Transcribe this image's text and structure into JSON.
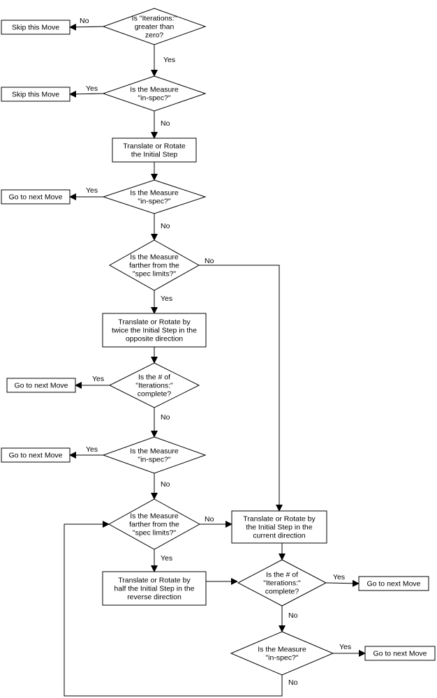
{
  "diagram": {
    "nodes": [
      {
        "id": "d1",
        "type": "decision",
        "lines": [
          "Is \"Iterations:\"",
          "greater than",
          "zero?"
        ]
      },
      {
        "id": "skip1",
        "type": "terminal",
        "lines": [
          "Skip this Move"
        ]
      },
      {
        "id": "d2",
        "type": "decision",
        "lines": [
          "Is the Measure",
          "\"in-spec?\""
        ]
      },
      {
        "id": "skip2",
        "type": "terminal",
        "lines": [
          "Skip this Move"
        ]
      },
      {
        "id": "p1",
        "type": "process",
        "lines": [
          "Translate or Rotate",
          "the Initial Step"
        ]
      },
      {
        "id": "d3",
        "type": "decision",
        "lines": [
          "Is the Measure",
          "\"in-spec?\""
        ]
      },
      {
        "id": "next1",
        "type": "terminal",
        "lines": [
          "Go to next Move"
        ]
      },
      {
        "id": "d4",
        "type": "decision",
        "lines": [
          "Is the Measure",
          "farther from the",
          "\"spec limits?\""
        ]
      },
      {
        "id": "p2",
        "type": "process",
        "lines": [
          "Translate or Rotate by",
          "twice the Initial Step in the",
          "opposite direction"
        ]
      },
      {
        "id": "d5",
        "type": "decision",
        "lines": [
          "Is the # of",
          "\"Iterations:\"",
          "complete?"
        ]
      },
      {
        "id": "next2",
        "type": "terminal",
        "lines": [
          "Go to next Move"
        ]
      },
      {
        "id": "d6",
        "type": "decision",
        "lines": [
          "Is the Measure",
          "\"in-spec?\""
        ]
      },
      {
        "id": "next3",
        "type": "terminal",
        "lines": [
          "Go to next Move"
        ]
      },
      {
        "id": "d7",
        "type": "decision",
        "lines": [
          "Is the Measure",
          "farther from the",
          "\"spec limits?\""
        ]
      },
      {
        "id": "p3",
        "type": "process",
        "lines": [
          "Translate or Rotate by",
          "half the Initial Step in the",
          "reverse direction"
        ]
      },
      {
        "id": "p4",
        "type": "process",
        "lines": [
          "Translate or Rotate by",
          "the Initial Step in the",
          "current direction"
        ]
      },
      {
        "id": "d8",
        "type": "decision",
        "lines": [
          "Is the # of",
          "\"Iterations:\"",
          "complete?"
        ]
      },
      {
        "id": "next4",
        "type": "terminal",
        "lines": [
          "Go to next Move"
        ]
      },
      {
        "id": "d9",
        "type": "decision",
        "lines": [
          "Is the Measure",
          "\"in-spec?\""
        ]
      },
      {
        "id": "next5",
        "type": "terminal",
        "lines": [
          "Go to next Move"
        ]
      }
    ],
    "edge_labels": {
      "d1_no": "No",
      "d1_yes": "Yes",
      "d2_yes": "Yes",
      "d2_no": "No",
      "d3_yes": "Yes",
      "d3_no": "No",
      "d4_no": "No",
      "d4_yes": "Yes",
      "d5_yes": "Yes",
      "d5_no": "No",
      "d6_yes": "Yes",
      "d6_no": "No",
      "d7_no": "No",
      "d7_yes": "Yes",
      "d8_yes": "Yes",
      "d8_no": "No",
      "d9_yes": "Yes",
      "d9_no": "No"
    }
  }
}
